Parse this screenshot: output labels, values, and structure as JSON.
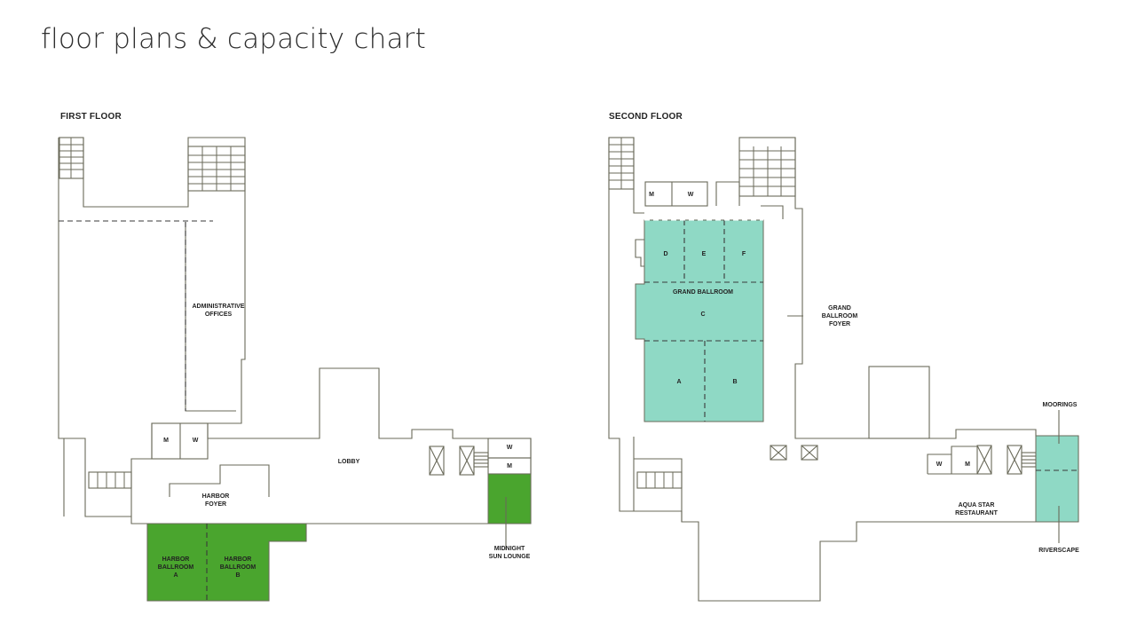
{
  "title": "floor plans & capacity chart",
  "first_floor": {
    "label": "FIRST FLOOR",
    "rooms": {
      "admin_1": "ADMINISTRATIVE",
      "admin_2": "OFFICES",
      "men": "M",
      "women": "W",
      "lobby": "LOBBY",
      "foyer_1": "HARBOR",
      "foyer_2": "FOYER",
      "hba_1": "HARBOR",
      "hba_2": "BALLROOM",
      "hba_3": "A",
      "hbb_1": "HARBOR",
      "hbb_2": "BALLROOM",
      "hbb_3": "B",
      "lounge_1": "MIDNIGHT",
      "lounge_2": "SUN LOUNGE",
      "w2": "W",
      "m2": "M"
    }
  },
  "second_floor": {
    "label": "SECOND FLOOR",
    "rooms": {
      "men": "M",
      "women": "W",
      "d": "D",
      "e": "E",
      "f": "F",
      "grand": "GRAND BALLROOM",
      "c": "C",
      "a": "A",
      "b": "B",
      "gbf_1": "GRAND",
      "gbf_2": "BALLROOM",
      "gbf_3": "FOYER",
      "moorings": "MOORINGS",
      "riverscape": "RIVERSCAPE",
      "aqua_1": "AQUA STAR",
      "aqua_2": "RESTAURANT",
      "w2": "W",
      "m2": "M"
    }
  },
  "colors": {
    "first_floor_highlight": "#4aa52e",
    "second_floor_highlight": "#8fd9c5",
    "wall": "#6a6a5a"
  }
}
